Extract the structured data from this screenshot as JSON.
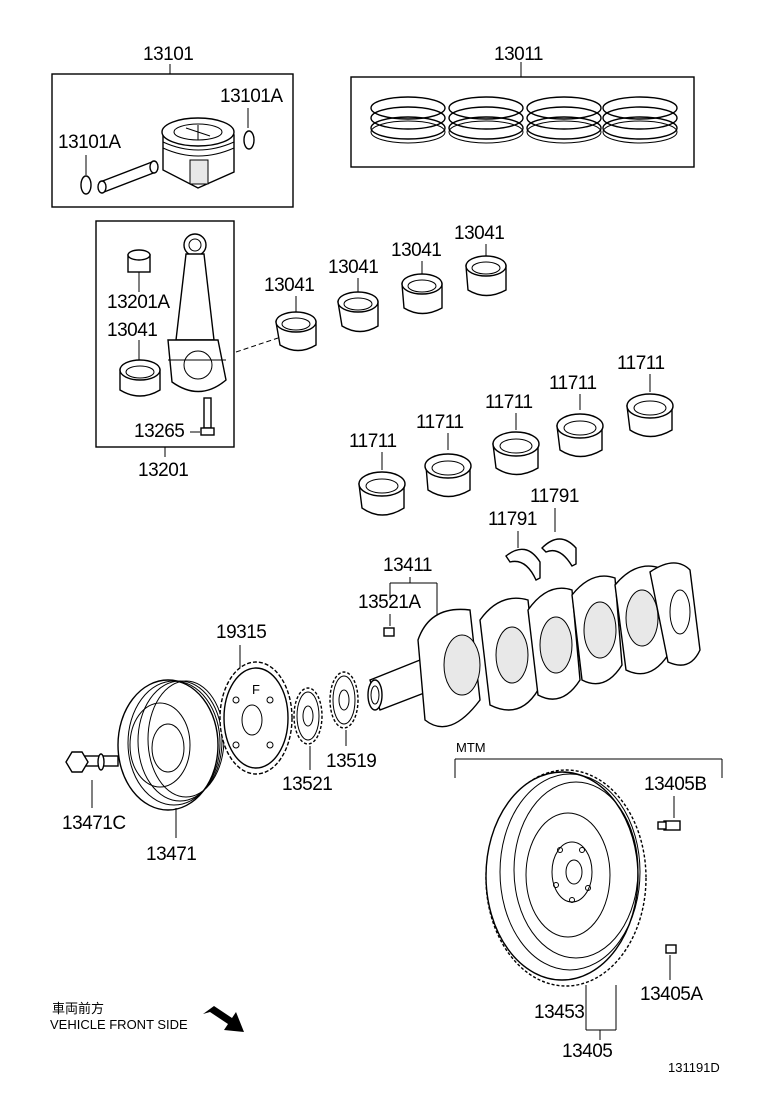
{
  "labels": {
    "p13101": "13101",
    "p13011": "13011",
    "p13101A_r": "13101A",
    "p13101A_l": "13101A",
    "p13201A": "13201A",
    "p13041_box": "13041",
    "p13265": "13265",
    "p13201": "13201",
    "p13041_a": "13041",
    "p13041_b": "13041",
    "p13041_c": "13041",
    "p13041_d": "13041",
    "p11711_a": "11711",
    "p11711_b": "11711",
    "p11711_c": "11711",
    "p11711_d": "11711",
    "p11711_e": "11711",
    "p11791_a": "11791",
    "p11791_b": "11791",
    "p13411": "13411",
    "p13521A": "13521A",
    "p19315": "19315",
    "p13521": "13521",
    "p13519": "13519",
    "p13471C": "13471C",
    "p13471": "13471",
    "mtm": "MTM",
    "p13405B": "13405B",
    "p13405A": "13405A",
    "p13453": "13453",
    "p13405": "13405",
    "sprocket_mark": "F"
  },
  "direction": {
    "jp": "車両前方",
    "en": "VEHICLE FRONT SIDE"
  },
  "figure_id": "131191D"
}
